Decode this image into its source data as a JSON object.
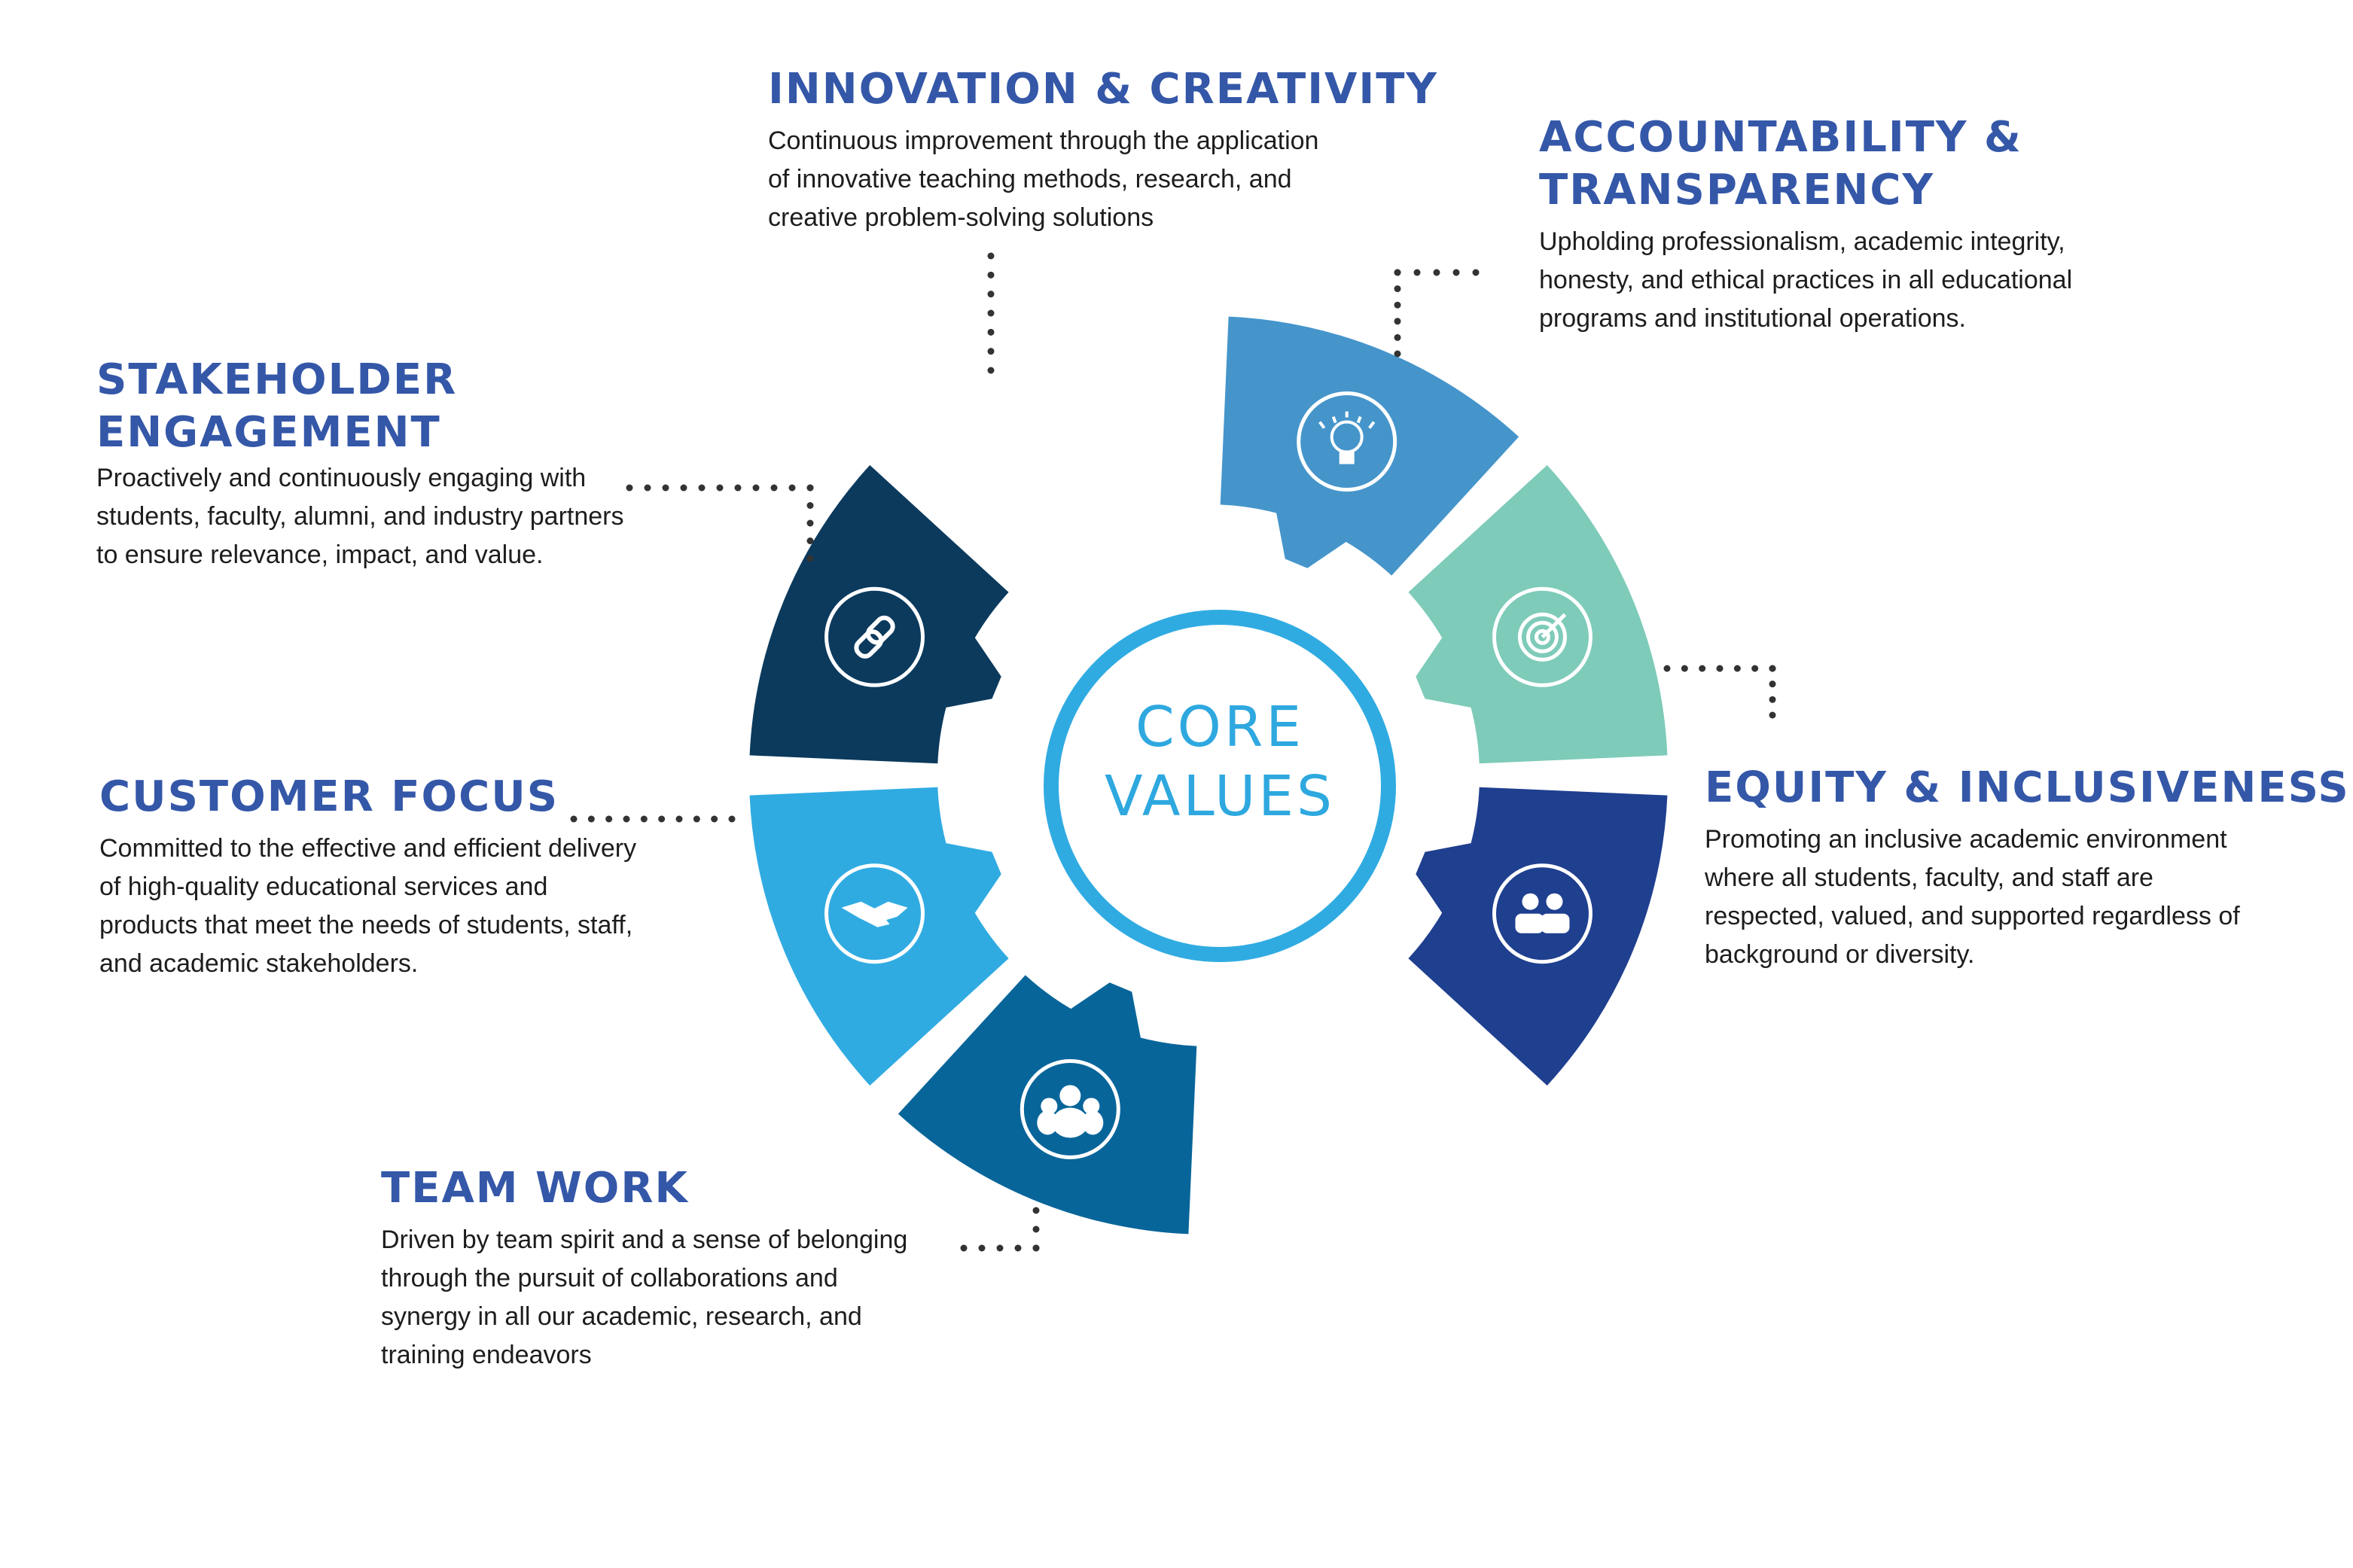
{
  "center": {
    "line1": "CORE",
    "line2": "VALUES"
  },
  "values": [
    {
      "key": "innovation",
      "title_lines": [
        "INNOVATION & CREATIVITY"
      ],
      "desc_lines": [
        "Continuous improvement through the application",
        "of innovative teaching methods, research, and",
        "creative problem-solving solutions"
      ],
      "color": "#4595cb",
      "icon": "lightbulb-icon"
    },
    {
      "key": "accountability",
      "title_lines": [
        "ACCOUNTABILITY &",
        "TRANSPARENCY"
      ],
      "desc_lines": [
        "Upholding professionalism, academic integrity,",
        "honesty, and ethical practices in all educational",
        "programs and institutional operations."
      ],
      "color": "#7ecbb9",
      "icon": "target-icon"
    },
    {
      "key": "equity",
      "title_lines": [
        "EQUITY & INCLUSIVENESS"
      ],
      "desc_lines": [
        "Promoting an inclusive academic environment",
        "where all students, faculty, and staff are",
        "respected, valued, and supported regardless of",
        "background or diversity."
      ],
      "color": "#1f3f8f",
      "icon": "people-icon"
    },
    {
      "key": "teamwork",
      "title_lines": [
        "TEAM WORK"
      ],
      "desc_lines": [
        "Driven by team spirit and a sense of belonging",
        "through the pursuit of collaborations and",
        "synergy in all our academic, research, and",
        "training endeavors"
      ],
      "color": "#08659a",
      "icon": "team-icon"
    },
    {
      "key": "customer",
      "title_lines": [
        "CUSTOMER FOCUS"
      ],
      "desc_lines": [
        "Committed to the effective and efficient delivery",
        "of high-quality educational services and",
        "products that meet the needs of students, staff,",
        "and academic stakeholders."
      ],
      "color": "#30abe2",
      "icon": "handshake-icon"
    },
    {
      "key": "stakeholder",
      "title_lines": [
        "STAKEHOLDER",
        "ENGAGEMENT"
      ],
      "desc_lines": [
        "Proactively and continuously engaging with",
        "students, faculty, alumni, and industry partners",
        "to ensure relevance, impact, and value."
      ],
      "color": "#0b3a5d",
      "icon": "link-icon"
    }
  ],
  "colors": {
    "title": "#3457a8",
    "center": "#2ea8df",
    "text": "#1d1d1d",
    "dots": "#333333"
  }
}
